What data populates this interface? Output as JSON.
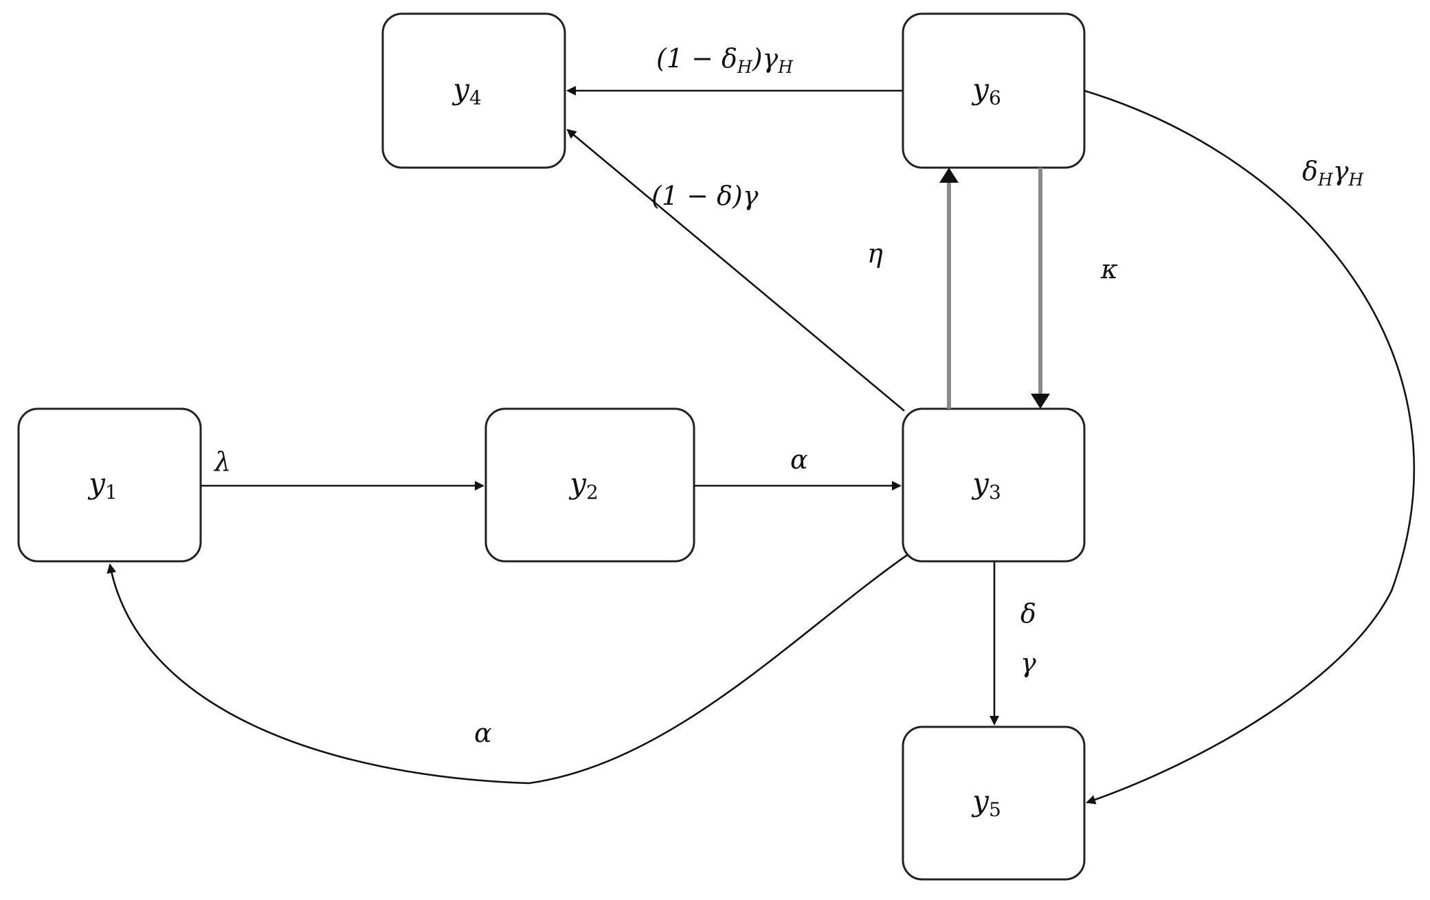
{
  "nodes": {
    "y1": {
      "base": "y",
      "sub": "1"
    },
    "y2": {
      "base": "y",
      "sub": "2"
    },
    "y3": {
      "base": "y",
      "sub": "3"
    },
    "y4": {
      "base": "y",
      "sub": "4"
    },
    "y5": {
      "base": "y",
      "sub": "5"
    },
    "y6": {
      "base": "y",
      "sub": "6"
    }
  },
  "edges": {
    "y1_y2": "λ",
    "y2_y3": "α",
    "y3_y1": "α",
    "y3_y4": "(1 − δ)γ",
    "y3_y6": "η",
    "y6_y3": "κ",
    "y3_y5_a": "δ",
    "y3_y5_b": "γ",
    "y6_y4": {
      "open": "(1 − ",
      "delta": "δ",
      "dsub": "H",
      "close": ")",
      "gamma": "γ",
      "gsub": "H"
    },
    "y6_y5": {
      "delta": "δ",
      "dsub": "H",
      "gamma": "γ",
      "gsub": "H"
    }
  }
}
